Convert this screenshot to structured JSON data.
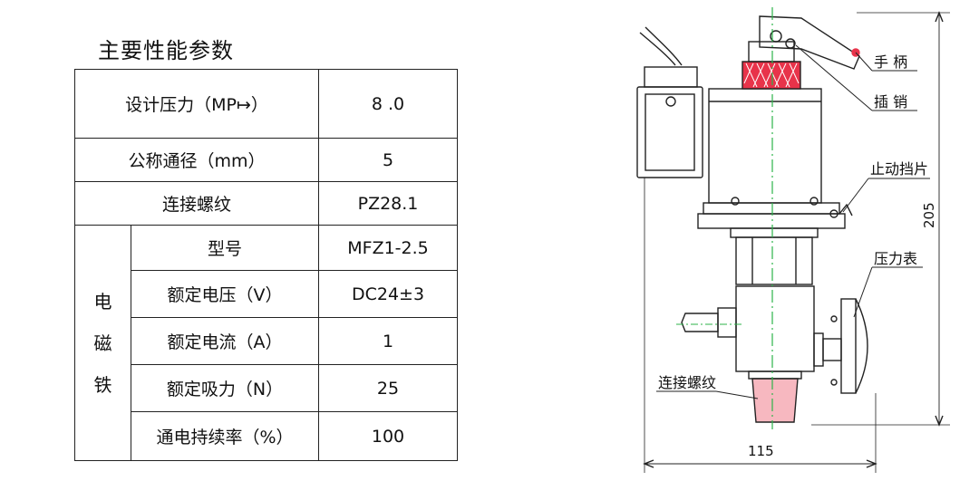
{
  "title": "主要性能参数",
  "table": {
    "rows": [
      {
        "label": "设计压力（MP↦）",
        "value": "8 .0"
      },
      {
        "label": "公称通径（mm）",
        "value": "5"
      },
      {
        "label": "连接螺纹",
        "value": "PZ28.1"
      }
    ],
    "group": {
      "label_chars": [
        "电",
        "磁",
        "铁"
      ],
      "rows": [
        {
          "label": "型号",
          "value": "MFZ1-2.5"
        },
        {
          "label": "额定电压（V）",
          "value": "DC24±3"
        },
        {
          "label": "额定电流（A）",
          "value": "1"
        },
        {
          "label": "额定吸力（N）",
          "value": "25"
        },
        {
          "label": "通电持续率（%）",
          "value": "100"
        }
      ]
    }
  },
  "drawing": {
    "callouts": {
      "handle": "手 柄",
      "pin": "插 销",
      "stop": "止动挡片",
      "gauge": "压力表",
      "thread": "连接螺纹"
    },
    "dim_height": "205",
    "dim_width": "115"
  },
  "colors": {
    "line": "#222222",
    "centerline": "#2db34a",
    "knob": "#e8334a"
  }
}
